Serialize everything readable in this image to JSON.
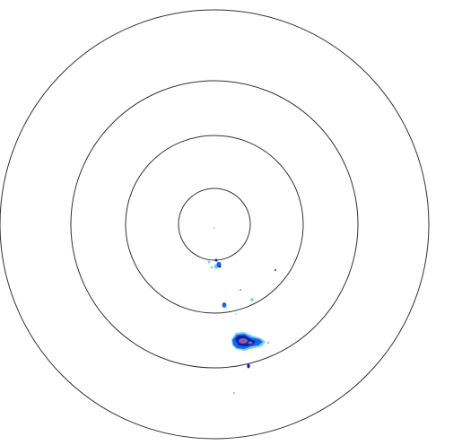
{
  "radar": {
    "ring_count": 4,
    "ring_stroke_color": "#333333",
    "background_color": "#ffffff",
    "center_marker_color": "#9aa7b0",
    "echo_colors": {
      "light": "#6fd3f5",
      "moderate": "#1f62e8",
      "strong": "#0a1fb0",
      "core": "#8a5f9a"
    },
    "echo_intensity_scale": [
      "light",
      "moderate",
      "strong",
      "core"
    ]
  }
}
